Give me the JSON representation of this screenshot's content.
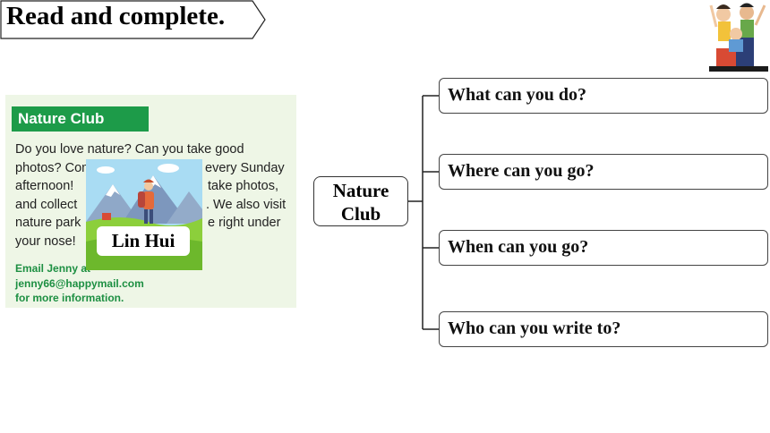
{
  "title": "Read and complete.",
  "poster": {
    "header": "Nature Club",
    "body_lines": [
      "Do you love nature? Can you take good",
      "photos? Come",
      "afternoon!",
      "and collect",
      "nature park",
      "your nose!"
    ],
    "body_right_lines": [
      "every Sunday",
      "take photos,",
      ". We also visit",
      "e right under"
    ],
    "email_line1": "Email Jenny at",
    "email_line2": "jenny66@happymail.com",
    "email_line3": "for more information."
  },
  "card": {
    "name": "Lin Hui"
  },
  "mindmap": {
    "center_line1": "Nature",
    "center_line2": "Club",
    "questions": [
      "What can you do?",
      "Where can you go?",
      "When can you go?",
      "Who can you write to?"
    ]
  },
  "colors": {
    "poster_green": "#1d9b49",
    "poster_bg": "#eef6e6",
    "email_green": "#1d8f42"
  },
  "icons": [
    "kids-cheering-illustration",
    "hiker-mountains-illustration"
  ]
}
